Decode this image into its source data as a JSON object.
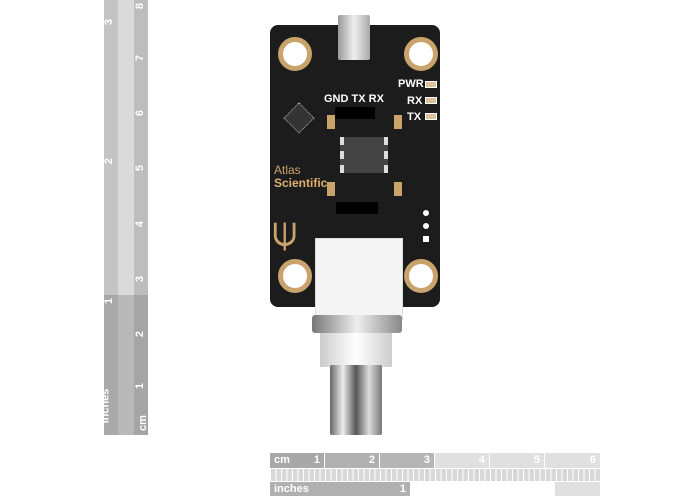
{
  "vertical_ruler": {
    "inches_labels": [
      "3",
      "2",
      "1"
    ],
    "inches_unit": "inches",
    "cm_labels": [
      "8",
      "7",
      "6",
      "5",
      "4",
      "3",
      "2",
      "1"
    ],
    "cm_unit": "cm"
  },
  "horizontal_ruler": {
    "cm_unit": "cm",
    "cm_labels": [
      "1",
      "2",
      "3",
      "4",
      "5",
      "6"
    ],
    "inches_unit": "inches",
    "inches_labels": [
      "1"
    ]
  },
  "board": {
    "header_labels": [
      "GND",
      "TX",
      "RX"
    ],
    "led_labels": [
      "PWR",
      "RX",
      "TX"
    ],
    "brand_line1": "Atlas",
    "brand_line2": "Scientific"
  },
  "colors": {
    "board": "#1c1c1c",
    "gold": "#c8a46c"
  }
}
